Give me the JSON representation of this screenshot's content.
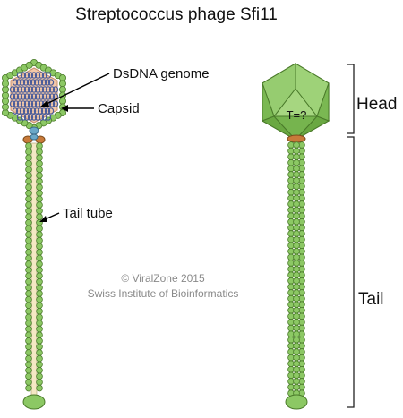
{
  "title": "Streptococcus phage Sfi11",
  "labels": {
    "genome": "DsDNA genome",
    "capsid": "Capsid",
    "tail_tube": "Tail tube",
    "triangulation": "T=?",
    "head": "Head",
    "tail": "Tail"
  },
  "credit": {
    "line1": "© ViralZone 2015",
    "line2": "Swiss Institute of Bioinformatics"
  },
  "colors": {
    "green_fill": "#8cc864",
    "green_stroke": "#4a7a2a",
    "capsid_inner": "#f2c8a8",
    "dna": "#4a5c9a",
    "collar": "#c87a3a",
    "portal": "#6aa8c8",
    "tail_core": "#f4e8c4",
    "credit_text": "#8a8a8a"
  }
}
